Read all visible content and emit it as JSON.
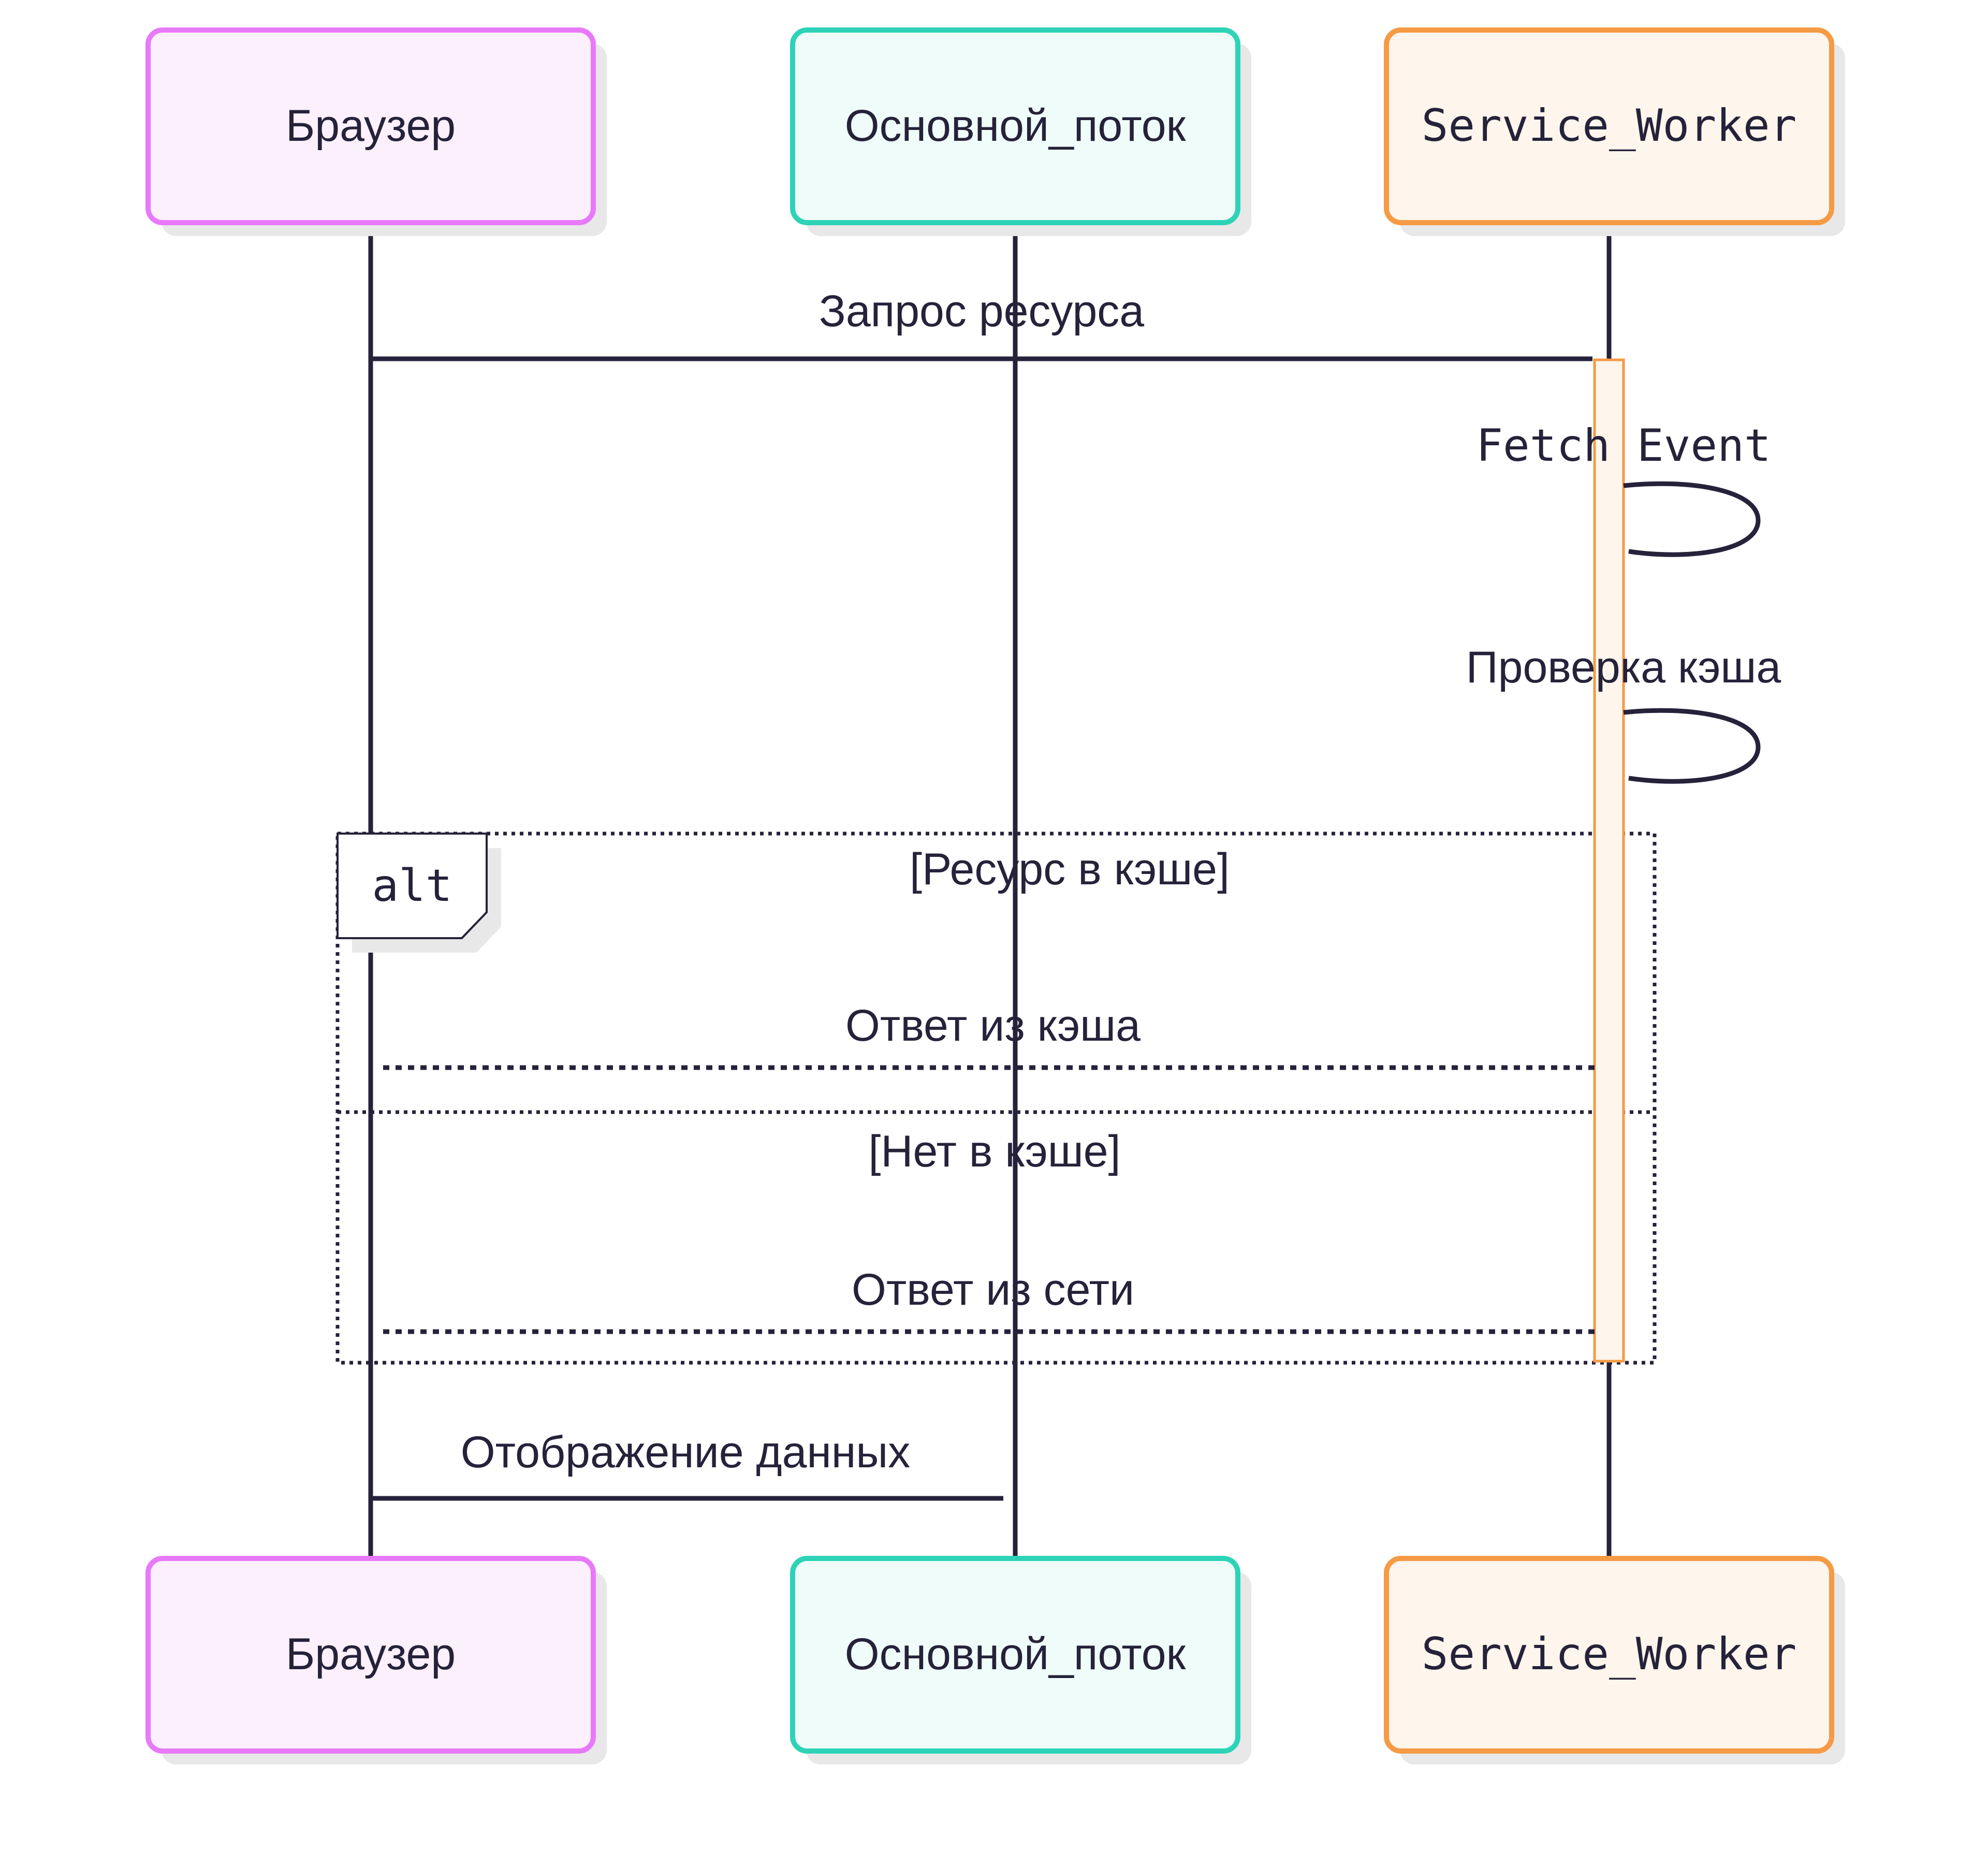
{
  "diagram": {
    "type": "sequence",
    "participants": [
      {
        "id": "browser",
        "label": "Браузер",
        "border": "#e879f9",
        "fill": "#fdf0fd",
        "font": "sans"
      },
      {
        "id": "main",
        "label": "Основной_поток",
        "border": "#2ed3b7",
        "fill": "#effcf9",
        "font": "sans"
      },
      {
        "id": "sw",
        "label": "Service_Worker",
        "border": "#f59a45",
        "fill": "#fef5ec",
        "font": "mono"
      }
    ],
    "messages": [
      {
        "id": "request-resource",
        "text": "Запрос ресурса",
        "from": "browser",
        "to": "sw",
        "style": "solid"
      },
      {
        "id": "fetch-event",
        "text": "Fetch Event",
        "from": "sw",
        "to": "sw",
        "style": "solid"
      },
      {
        "id": "check-cache",
        "text": "Проверка кэша",
        "from": "sw",
        "to": "sw",
        "style": "solid"
      },
      {
        "id": "response-cache",
        "text": "Ответ из кэша",
        "from": "sw",
        "to": "browser",
        "style": "dotted"
      },
      {
        "id": "response-network",
        "text": "Ответ из сети",
        "from": "sw",
        "to": "browser",
        "style": "dotted"
      },
      {
        "id": "render-data",
        "text": "Отображение данных",
        "from": "browser",
        "to": "main",
        "style": "solid"
      }
    ],
    "alt_block": {
      "label": "alt",
      "conditions": [
        "[Ресурс в кэше]",
        "[Нет в кэше]"
      ]
    },
    "colors": {
      "line": "#25223a",
      "activation_fill": "#fef5ec",
      "activation_border": "#f59a45",
      "shadow": "#e8e8e8"
    }
  }
}
